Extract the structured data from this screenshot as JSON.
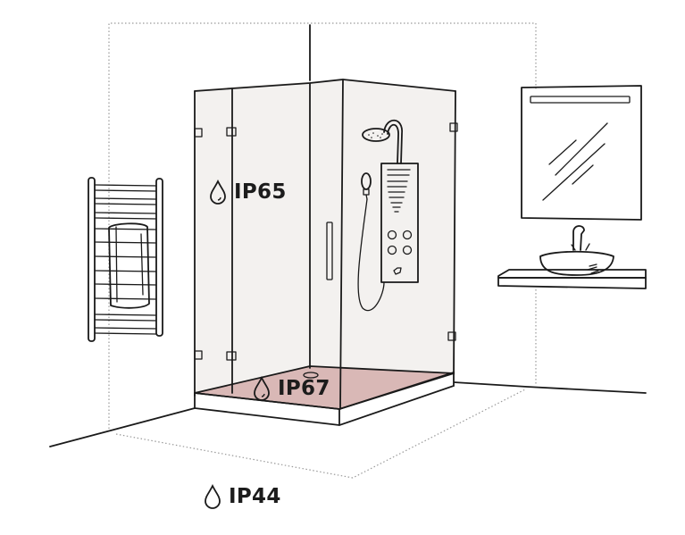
{
  "zones": [
    {
      "id": "shower-glass",
      "rating": "IP65",
      "icon": "water-drop-icon"
    },
    {
      "id": "shower-tray",
      "rating": "IP67",
      "icon": "water-drop-icon"
    },
    {
      "id": "bathroom-floor",
      "rating": "IP44",
      "icon": "water-drop-icon"
    }
  ],
  "colors": {
    "line": "#1a1a1a",
    "glass": "#f3f1ef",
    "tray_highlight": "#d9b8b6",
    "zone_dotted": "#9a9a9a",
    "background": "#ffffff"
  }
}
